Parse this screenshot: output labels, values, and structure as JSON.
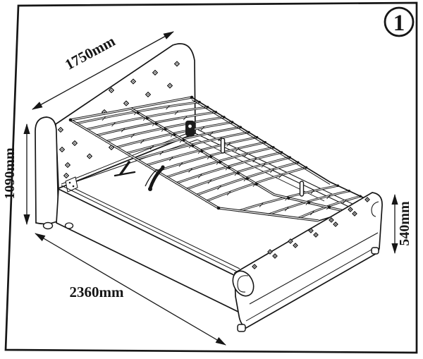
{
  "page_marker": {
    "number": "1"
  },
  "dimensions": {
    "headboard_width": {
      "label": "1750mm"
    },
    "headboard_height": {
      "label": "1090mm"
    },
    "bed_length": {
      "label": "2360mm"
    },
    "footboard_height": {
      "label": "540mm"
    }
  },
  "colors": {
    "line": "#161616",
    "background": "#ffffff"
  }
}
